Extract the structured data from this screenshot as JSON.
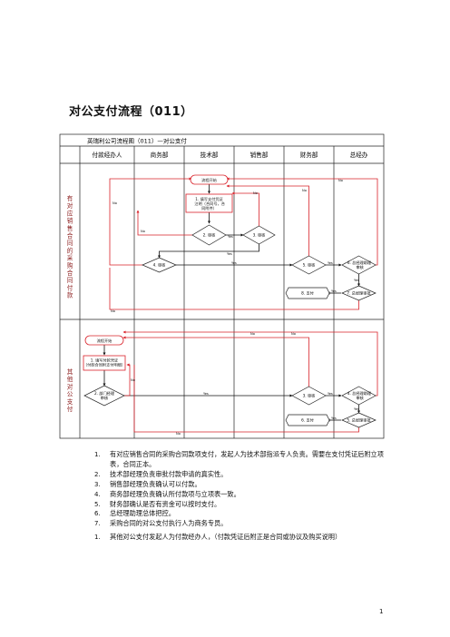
{
  "page_title": "对公支付流程（011）",
  "chart": {
    "header": "英瑞利公司流程图（011）—对公支付",
    "lanes": [
      "付款经办人",
      "商务部",
      "技术部",
      "销售部",
      "财务部",
      "总经办"
    ],
    "section1_label": "有对应销售合同的采购合同付款",
    "section2_label": "其他对公支付",
    "nodes": {
      "s1_start": "流程开始",
      "s1_apply": "1. 填写支付凭证 注明（合同号，合同附件）",
      "s1_tech_review": "2. 审核",
      "s1_sales_review": "3. 审核",
      "s1_biz_review": "4. 审核",
      "s1_fin_review": "5. 审核",
      "s1_gm_review": "6. 总经理助理 审核",
      "s1_pay": "8. 支付",
      "s1_gm_approve": "7. 总经理审批",
      "s2_start": "流程开始",
      "s2_apply": "1. 填写付款凭证（付款合同附支付明细）",
      "s2_dept_review": "2. 部门经理审核",
      "s2_fin_review": "3. 审核",
      "s2_gm_review": "4. 总经理助理 审核",
      "s2_pay": "6. 支付",
      "s2_gm_approve": "5. 总经理审批"
    },
    "edge_labels": {
      "no": "No",
      "yes": "Yes"
    }
  },
  "notes": [
    {
      "num": "1.",
      "text": "有对应销售合同的采购合同款项支付，发起人为技术部指派专人负责。需要在支付凭证后附立项表，合同正本。"
    },
    {
      "num": "2.",
      "text": "技术部经理负责审批付款申请的真实性。"
    },
    {
      "num": "3.",
      "text": "销售部经理负责确认可以付款。"
    },
    {
      "num": "4.",
      "text": "商务部经理负责确认所付款项与立项表一致。"
    },
    {
      "num": "5.",
      "text": "财务部确认是否有资金可以按时支付。"
    },
    {
      "num": "6.",
      "text": "总经理助理总体把控。"
    },
    {
      "num": "7.",
      "text": "采购合同的对公支付执行人为商务专员。"
    }
  ],
  "notes2": [
    {
      "num": "1.",
      "text": "其他对公支付发起人为付款经办人，（付款凭证后附正是合同或协议及购买说明）"
    }
  ],
  "page_number": "1",
  "colors": {
    "line": "#222222",
    "no_path": "#d9222a",
    "yes_path": "#111111",
    "shape_fill": "#ffffff"
  }
}
